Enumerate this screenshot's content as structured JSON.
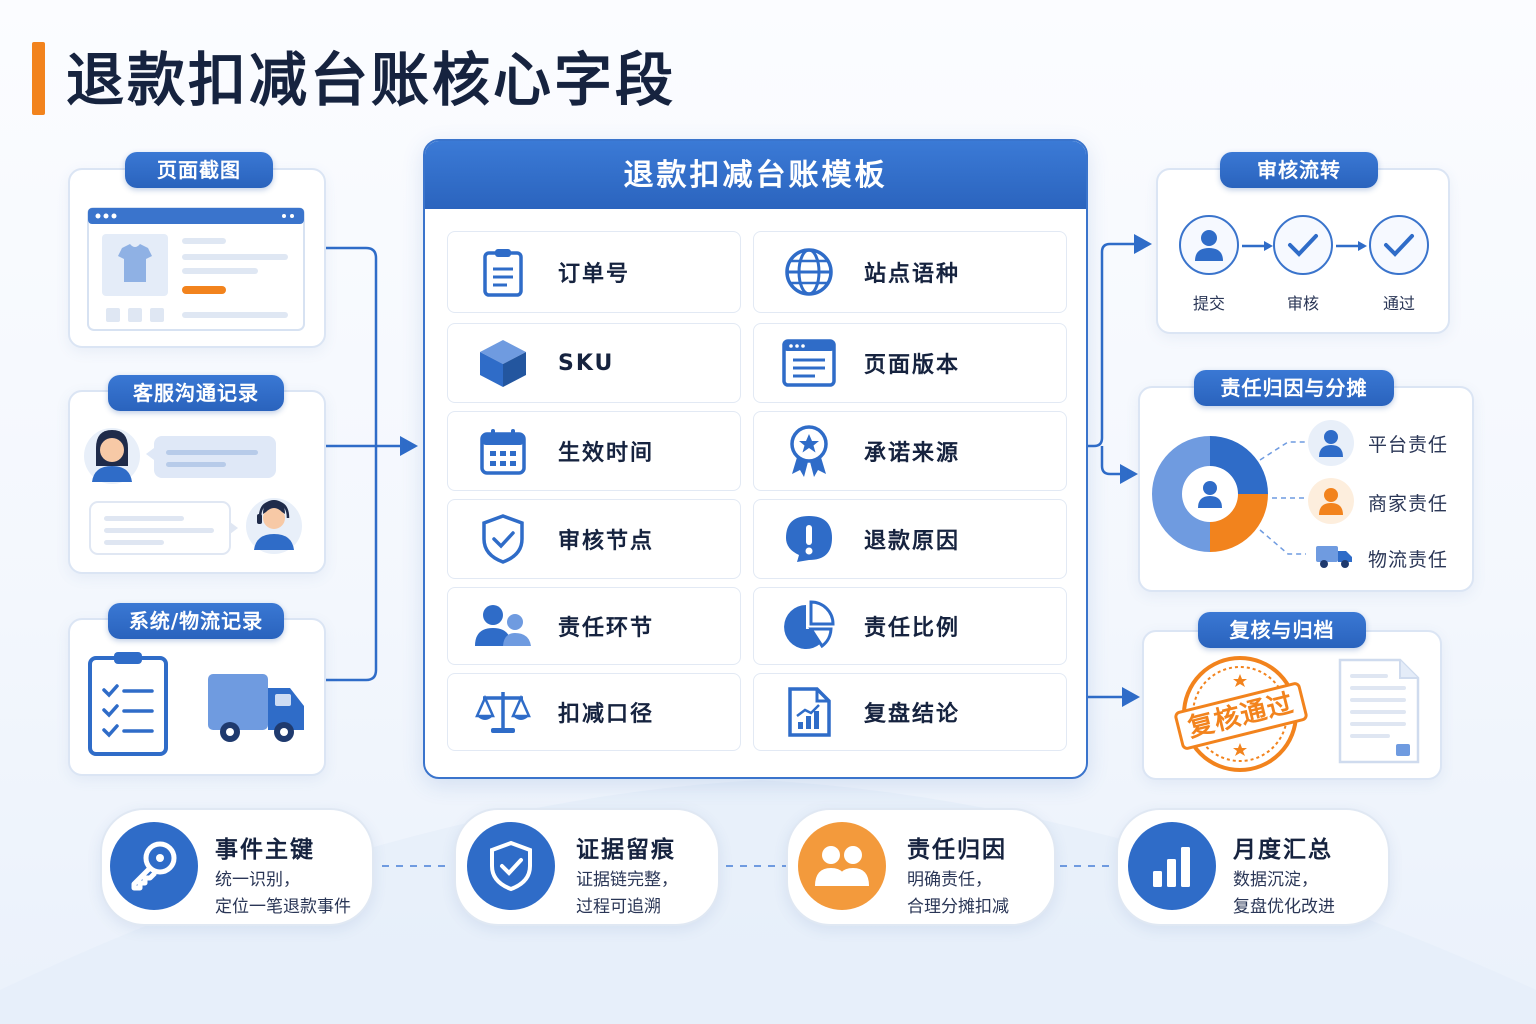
{
  "title": "退款扣减台账核心字段",
  "left": {
    "screenshot": {
      "label": "页面截图"
    },
    "cs_record": {
      "label": "客服沟通记录"
    },
    "sys_record": {
      "label": "系统/物流记录"
    }
  },
  "center": {
    "header": "退款扣减台账模板",
    "fields_left": [
      {
        "label": "订单号",
        "icon": "clipboard-icon"
      },
      {
        "label": "SKU",
        "icon": "cube-icon"
      },
      {
        "label": "生效时间",
        "icon": "calendar-icon"
      },
      {
        "label": "审核节点",
        "icon": "shield-check-icon"
      },
      {
        "label": "责任环节",
        "icon": "users-icon"
      },
      {
        "label": "扣减口径",
        "icon": "scale-icon"
      }
    ],
    "fields_right": [
      {
        "label": "站点语种",
        "icon": "globe-icon"
      },
      {
        "label": "页面版本",
        "icon": "browser-page-icon"
      },
      {
        "label": "承诺来源",
        "icon": "award-badge-icon"
      },
      {
        "label": "退款原因",
        "icon": "alert-bubble-icon"
      },
      {
        "label": "责任比例",
        "icon": "pie-chart-icon"
      },
      {
        "label": "复盘结论",
        "icon": "report-chart-icon"
      }
    ]
  },
  "right": {
    "flow": {
      "label": "审核流转",
      "steps": [
        "提交",
        "审核",
        "通过"
      ]
    },
    "attribution": {
      "label": "责任归因与分摊",
      "items": [
        "平台责任",
        "商家责任",
        "物流责任"
      ]
    },
    "archive": {
      "label": "复核与归档",
      "stamp": "复核通过"
    }
  },
  "bottom": [
    {
      "title": "事件主键",
      "line1": "统一识别，",
      "line2": "定位一笔退款事件",
      "icon": "key-icon"
    },
    {
      "title": "证据留痕",
      "line1": "证据链完整，",
      "line2": "过程可追溯",
      "icon": "shield-check-icon"
    },
    {
      "title": "责任归因",
      "line1": "明确责任，",
      "line2": "合理分摊扣减",
      "icon": "people-icon"
    },
    {
      "title": "月度汇总",
      "line1": "数据沉淀，",
      "line2": "复盘优化改进",
      "icon": "bar-chart-icon"
    }
  ],
  "colors": {
    "primary": "#2f6cc8",
    "orange": "#f2831d",
    "light_blue": "#6f9be0"
  }
}
